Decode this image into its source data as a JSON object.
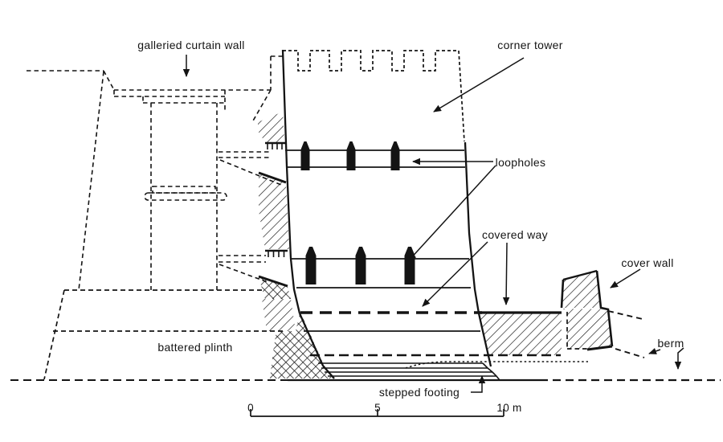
{
  "figure": {
    "kind": "fortification cross-section drawing",
    "ink_color": "#141414",
    "paper_color": "#ffffff"
  },
  "labels": {
    "galleried_curtain_wall": "galleried curtain wall",
    "corner_tower": "corner tower",
    "loopholes": "loopholes",
    "covered_way": "covered way",
    "cover_wall": "cover wall",
    "berm": "berm",
    "battered_plinth": "battered plinth",
    "stepped_footing": "stepped footing"
  },
  "scale_bar": {
    "tick_0": "0",
    "tick_5": "5",
    "tick_10": "10 m",
    "unit": "m"
  }
}
